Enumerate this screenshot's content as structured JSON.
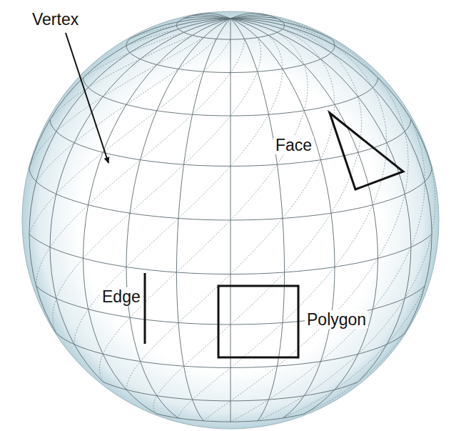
{
  "diagram": {
    "labels": [
      "Vertex",
      "Face",
      "Edge",
      "Polygon"
    ]
  }
}
